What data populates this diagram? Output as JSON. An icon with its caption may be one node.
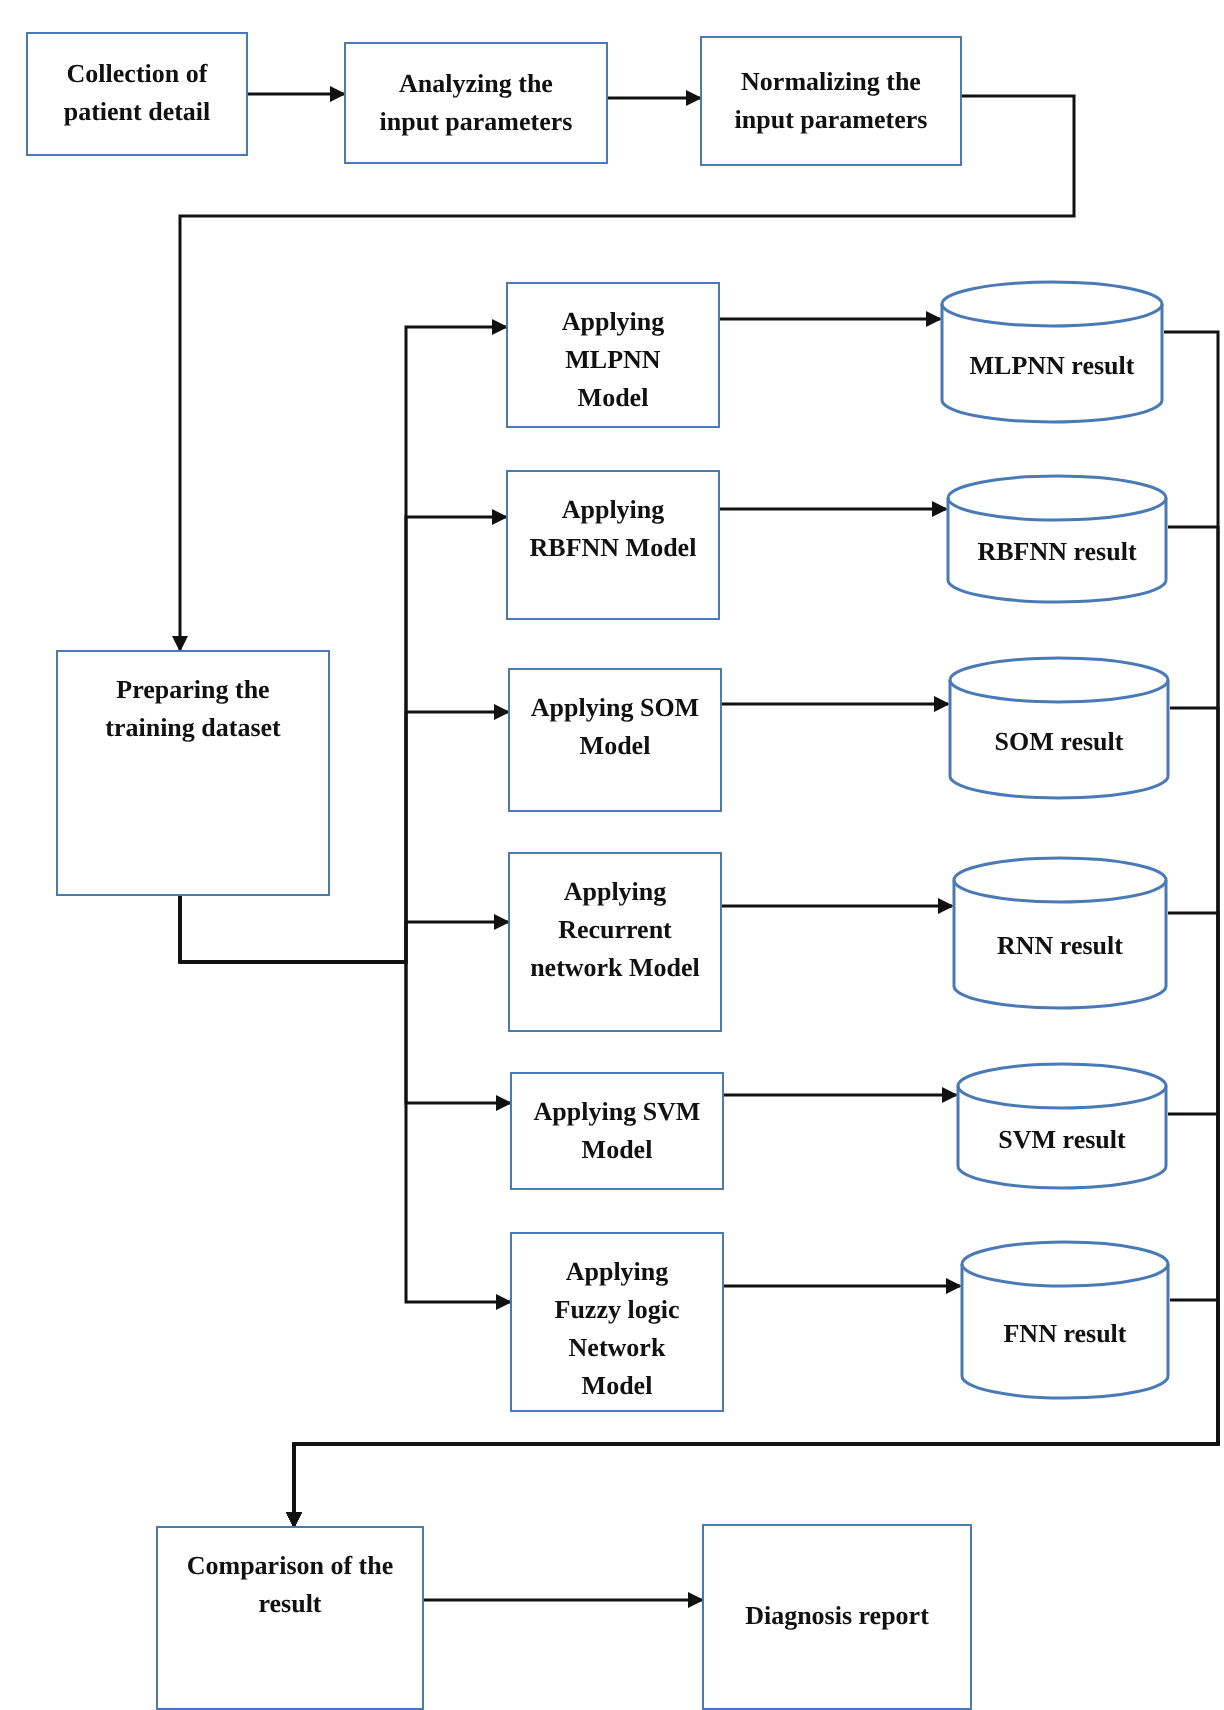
{
  "diagram": {
    "nodes": [
      {
        "text": [
          "Collection of patient detail"
        ]
      },
      {
        "text": [
          "Analyzing the input parameters"
        ]
      },
      {
        "text": [
          "Normalizing the input parameters"
        ]
      },
      {
        "text": [
          "Preparing the training dataset"
        ]
      },
      {
        "text": [
          "Applying MLPNN Model"
        ]
      },
      {
        "text": [
          "Applying RBFNN Model"
        ]
      },
      {
        "text": [
          "Applying SOM Model"
        ]
      },
      {
        "text": [
          "Applying Recurrent network Model"
        ]
      },
      {
        "text": [
          "Applying SVM Model"
        ]
      },
      {
        "text": [
          "Applying Fuzzy logic Network Model"
        ]
      },
      {
        "text": [
          "MLPNN result"
        ]
      },
      {
        "text": [
          "RBFNN result"
        ]
      },
      {
        "text": [
          "SOM result"
        ]
      },
      {
        "text": [
          "RNN result"
        ]
      },
      {
        "text": [
          "SVM result"
        ]
      },
      {
        "text": [
          "FNN result"
        ]
      },
      {
        "text": [
          "Comparison of the result"
        ]
      },
      {
        "text": [
          "Diagnosis report"
        ]
      }
    ],
    "edges": [
      {
        "from": 0,
        "to": 1,
        "arrow": "to"
      },
      {
        "from": 1,
        "to": 2,
        "arrow": "to"
      },
      {
        "from": 2,
        "to": 3,
        "arrow": "to"
      },
      {
        "from": 3,
        "to": 4,
        "arrow": "to"
      },
      {
        "from": 3,
        "to": 5,
        "arrow": "to"
      },
      {
        "from": 3,
        "to": 6,
        "arrow": "to"
      },
      {
        "from": 3,
        "to": 7,
        "arrow": "to"
      },
      {
        "from": 3,
        "to": 8,
        "arrow": "to"
      },
      {
        "from": 3,
        "to": 9,
        "arrow": "to"
      },
      {
        "from": 4,
        "to": 10,
        "arrow": "to"
      },
      {
        "from": 5,
        "to": 11,
        "arrow": "to"
      },
      {
        "from": 6,
        "to": 12,
        "arrow": "to"
      },
      {
        "from": 7,
        "to": 13,
        "arrow": "to"
      },
      {
        "from": 8,
        "to": 14,
        "arrow": "to"
      },
      {
        "from": 9,
        "to": 15,
        "arrow": "to"
      },
      {
        "from": 10,
        "to": 16,
        "arrow": "to"
      },
      {
        "from": 11,
        "to": 16,
        "arrow": "to"
      },
      {
        "from": 12,
        "to": 16,
        "arrow": "to"
      },
      {
        "from": 13,
        "to": 16,
        "arrow": "to"
      },
      {
        "from": 14,
        "to": 16,
        "arrow": "to"
      },
      {
        "from": 15,
        "to": 16,
        "arrow": "to"
      },
      {
        "from": 16,
        "to": 17,
        "arrow": "to"
      }
    ]
  }
}
